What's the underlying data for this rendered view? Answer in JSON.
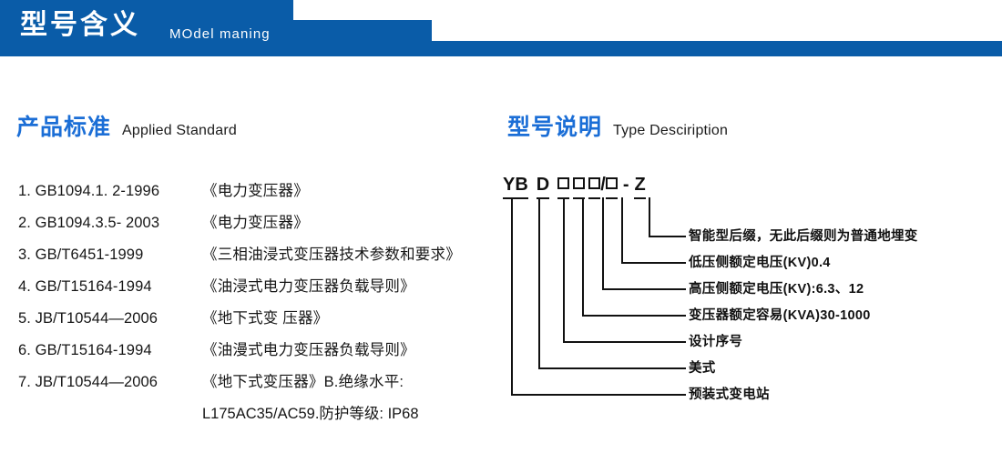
{
  "banner": {
    "title_cn": "型号含义",
    "title_en": "MOdel maning",
    "bar_color": "#0a5ca8"
  },
  "sections": {
    "standards": {
      "heading_cn": "产品标准",
      "heading_en": "Applied Standard",
      "heading_color": "#1b6ed6",
      "items": [
        {
          "code": "1. GB1094.1. 2-1996",
          "name": "《电力变压器》"
        },
        {
          "code": "2. GB1094.3.5- 2003",
          "name": "《电力变压器》"
        },
        {
          "code": "3. GB/T6451-1999",
          "name": "《三相油浸式变压器技术参数和要求》"
        },
        {
          "code": "4. GB/T15164-1994",
          "name": "《油浸式电力变压器负载导则》"
        },
        {
          "code": "5. JB/T10544—2006",
          "name": "《地下式变 压器》"
        },
        {
          "code": "6. GB/T15164-1994",
          "name": "《油漫式电力变压器负载导则》"
        },
        {
          "code": "7. JB/T10544—2006",
          "name": "《地下式变压器》B.绝缘水平:"
        }
      ],
      "continuation": "L175AC35/AC59.防护等级: IP68"
    },
    "type_description": {
      "heading_cn": "型号说明",
      "heading_en": "Type Desciription",
      "heading_color": "#1b6ed6",
      "code_segments": [
        {
          "text": "YB",
          "kind": "text"
        },
        {
          "text": "D",
          "kind": "text"
        },
        {
          "text": "",
          "kind": "box"
        },
        {
          "text": "",
          "kind": "box"
        },
        {
          "text": "",
          "kind": "box"
        },
        {
          "text": "/",
          "kind": "sep"
        },
        {
          "text": "",
          "kind": "box"
        },
        {
          "text": "-",
          "kind": "sep"
        },
        {
          "text": "Z",
          "kind": "text"
        }
      ],
      "code_text": "YB D □□□/□ - Z",
      "labels": [
        "智能型后缀，无此后缀则为普通地埋变",
        "低压侧额定电压(KV)0.4",
        "高压侧额定电压(KV):6.3、12",
        "变压器额定容易(KVA)30-1000",
        "设计序号",
        "美式",
        "预装式变电站"
      ]
    }
  }
}
